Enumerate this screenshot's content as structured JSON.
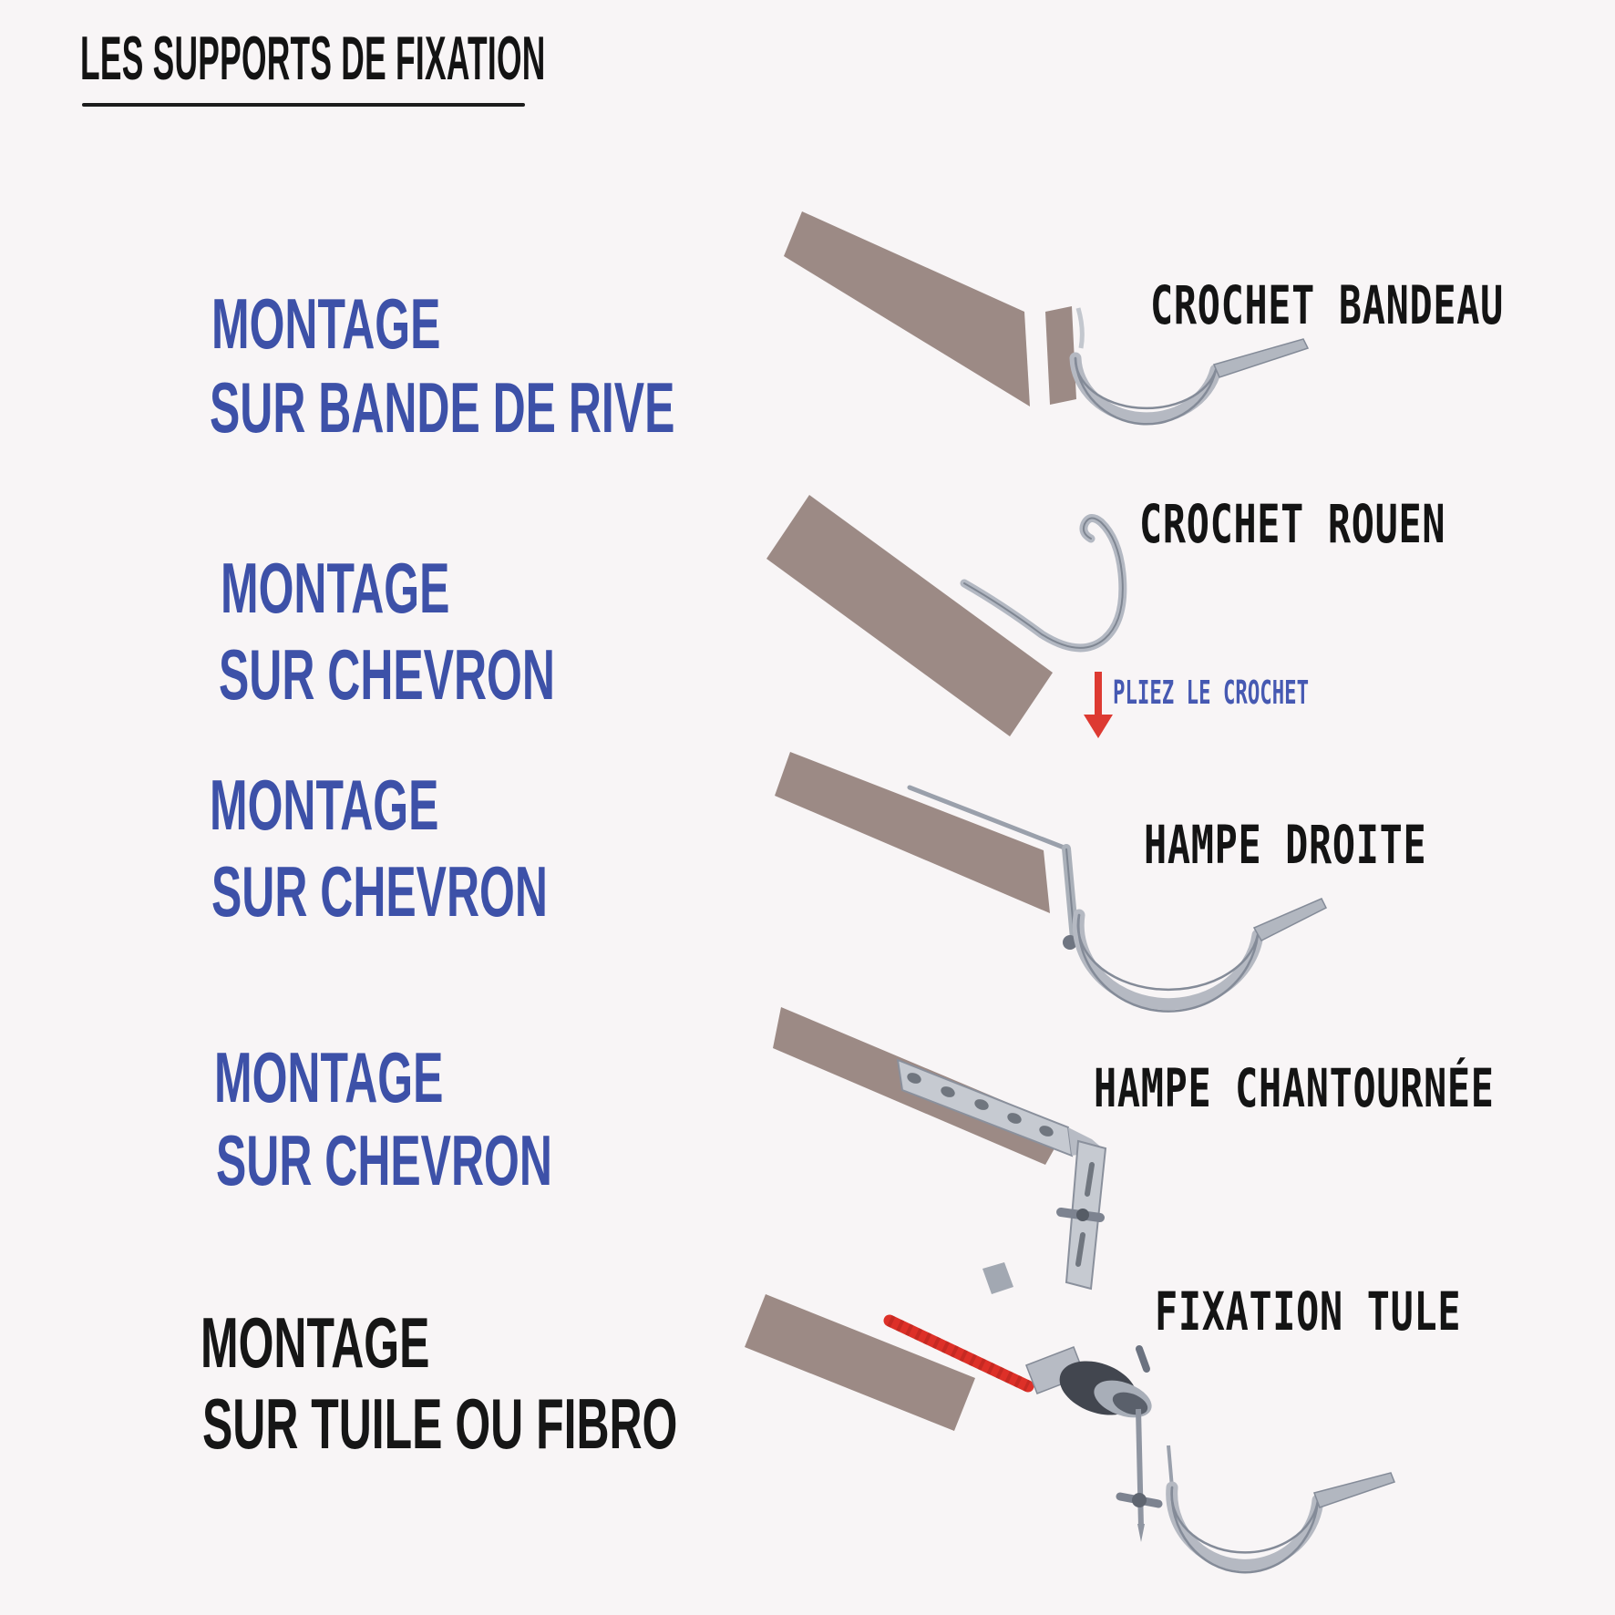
{
  "title": "LES SUPPORTS DE FIXATION",
  "colors": {
    "background": "#f8f5f6",
    "label_blue": "#3d51a8",
    "label_black": "#161616",
    "note_blue": "#4659b2",
    "board_taupe": "#9c8a85",
    "metal_light": "#b5b9c2",
    "metal_dark": "#848b98",
    "arrow_red": "#dd3a32"
  },
  "rows": [
    {
      "montage": "MONTAGE",
      "montage_line2": "SUR BANDE DE RIVE",
      "support_label": "CROCHET BANDEAU"
    },
    {
      "montage": "MONTAGE",
      "montage_line2": "SUR CHEVRON",
      "support_label": "CROCHET ROUEN",
      "annotation": "PLIEZ LE CROCHET"
    },
    {
      "montage": "MONTAGE",
      "montage_line2": "SUR CHEVRON",
      "support_label": "HAMPE DROITE"
    },
    {
      "montage": "MONTAGE",
      "montage_line2": "SUR CHEVRON",
      "support_label": "HAMPE CHANTOURNÉE"
    },
    {
      "montage": "MONTAGE",
      "montage_line2": "SUR TUILE OU FIBRO",
      "support_label": "FIXATION TULE"
    }
  ]
}
